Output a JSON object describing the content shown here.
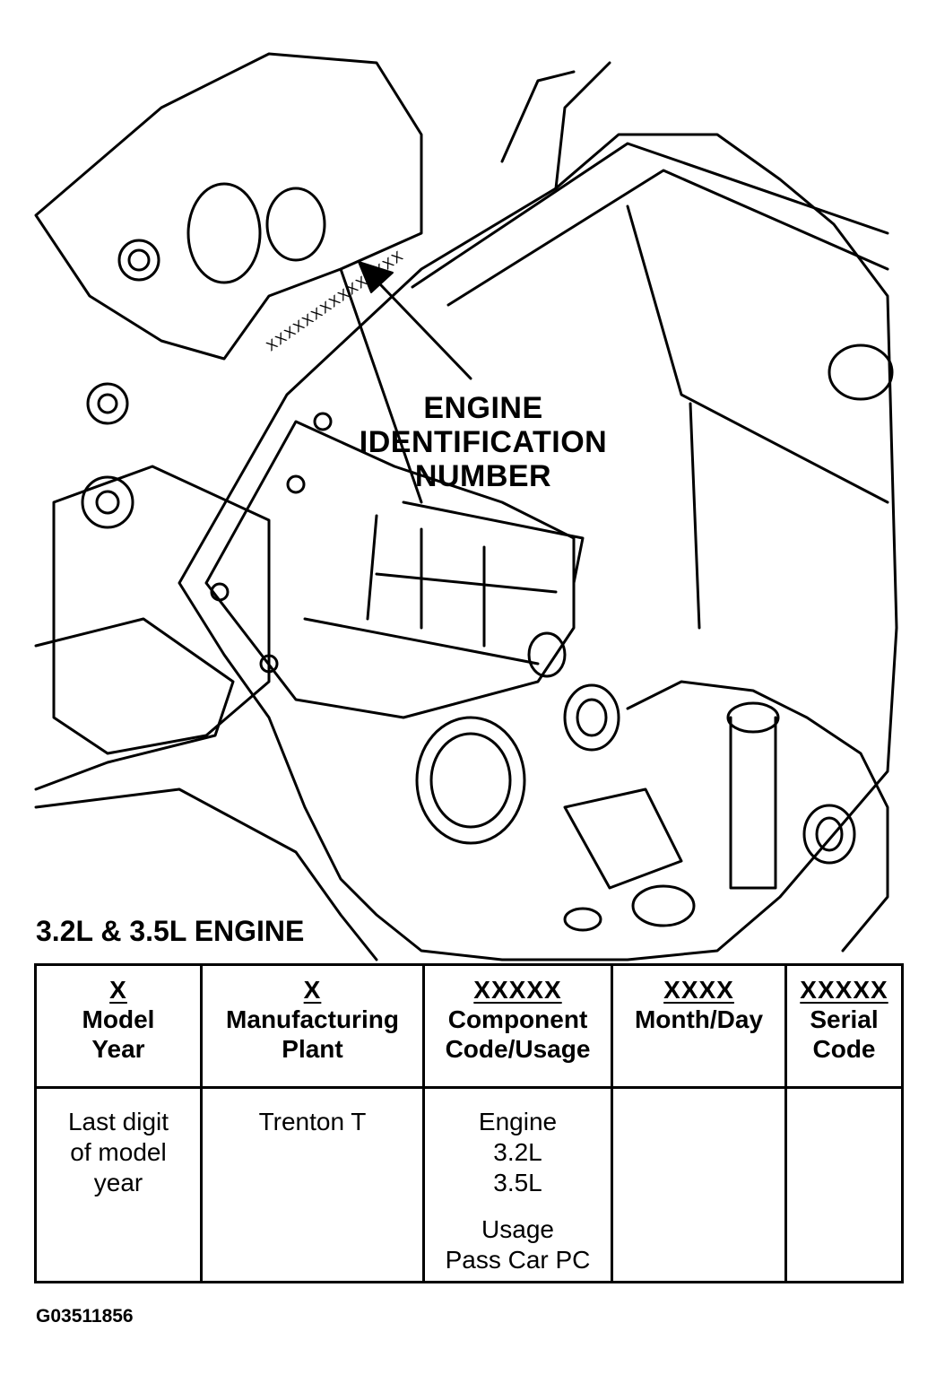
{
  "diagram": {
    "id_stamp": "XXXXXXXXXXXXXXX",
    "callout": [
      "ENGINE",
      "IDENTIFICATION",
      "NUMBER"
    ]
  },
  "engine_title": "3.2L & 3.5L ENGINE",
  "table": {
    "columns": [
      {
        "code": "X",
        "label_lines": [
          "Model",
          "Year"
        ]
      },
      {
        "code": "X",
        "label_lines": [
          "Manufacturing",
          "Plant"
        ]
      },
      {
        "code": "XXXXX",
        "label_lines": [
          "Component",
          "Code/Usage"
        ]
      },
      {
        "code": "XXXX",
        "label_lines": [
          "Month/Day"
        ]
      },
      {
        "code": "XXXXX",
        "label_lines": [
          "Serial",
          "Code"
        ]
      }
    ],
    "row": [
      {
        "lines": [
          "Last digit",
          "of model",
          "year"
        ]
      },
      {
        "lines": [
          "Trenton T"
        ]
      },
      {
        "lines": [
          "Engine",
          "3.2L",
          "3.5L"
        ],
        "lines2": [
          "Usage",
          "Pass Car PC"
        ]
      },
      {
        "lines": []
      },
      {
        "lines": []
      }
    ]
  },
  "figure_id": "G03511856"
}
